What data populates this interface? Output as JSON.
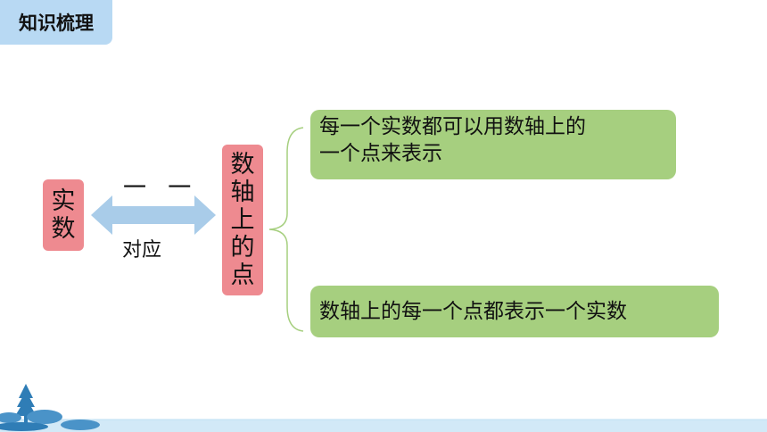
{
  "header": {
    "title": "知识梳理"
  },
  "left": {
    "concept_chars": [
      "实",
      "数"
    ],
    "relation_top": "一 一",
    "relation_bottom": "对应"
  },
  "middle": {
    "chars": [
      "数",
      "轴",
      "上",
      "的",
      "点"
    ]
  },
  "statements": [
    {
      "line1": "每一个实数都可以用数轴上的",
      "line2": "一个点来表示"
    },
    {
      "line1": "数轴上的每一个点都表示一个实数"
    }
  ],
  "colors": {
    "header": "#b8d9f3",
    "pink": "#ee8a90",
    "green": "#a6cf7f",
    "arrow": "#a9cce9"
  },
  "icons": [
    "double-arrow-icon",
    "brace-icon",
    "tree-icon",
    "landscape-footer"
  ]
}
